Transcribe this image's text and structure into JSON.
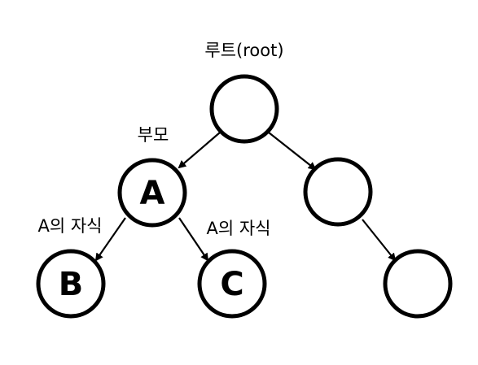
{
  "nodes": {
    "root": {
      "label": ""
    },
    "a": {
      "label": "A"
    },
    "right": {
      "label": ""
    },
    "b": {
      "label": "B"
    },
    "c": {
      "label": "C"
    },
    "right_child": {
      "label": ""
    }
  },
  "annotations": {
    "root_label": "루트(root)",
    "parent_label": "부모",
    "left_child_label": "A의 자식",
    "right_child_label": "A의 자식"
  },
  "colors": {
    "stroke": "#000000",
    "fill": "#ffffff"
  }
}
